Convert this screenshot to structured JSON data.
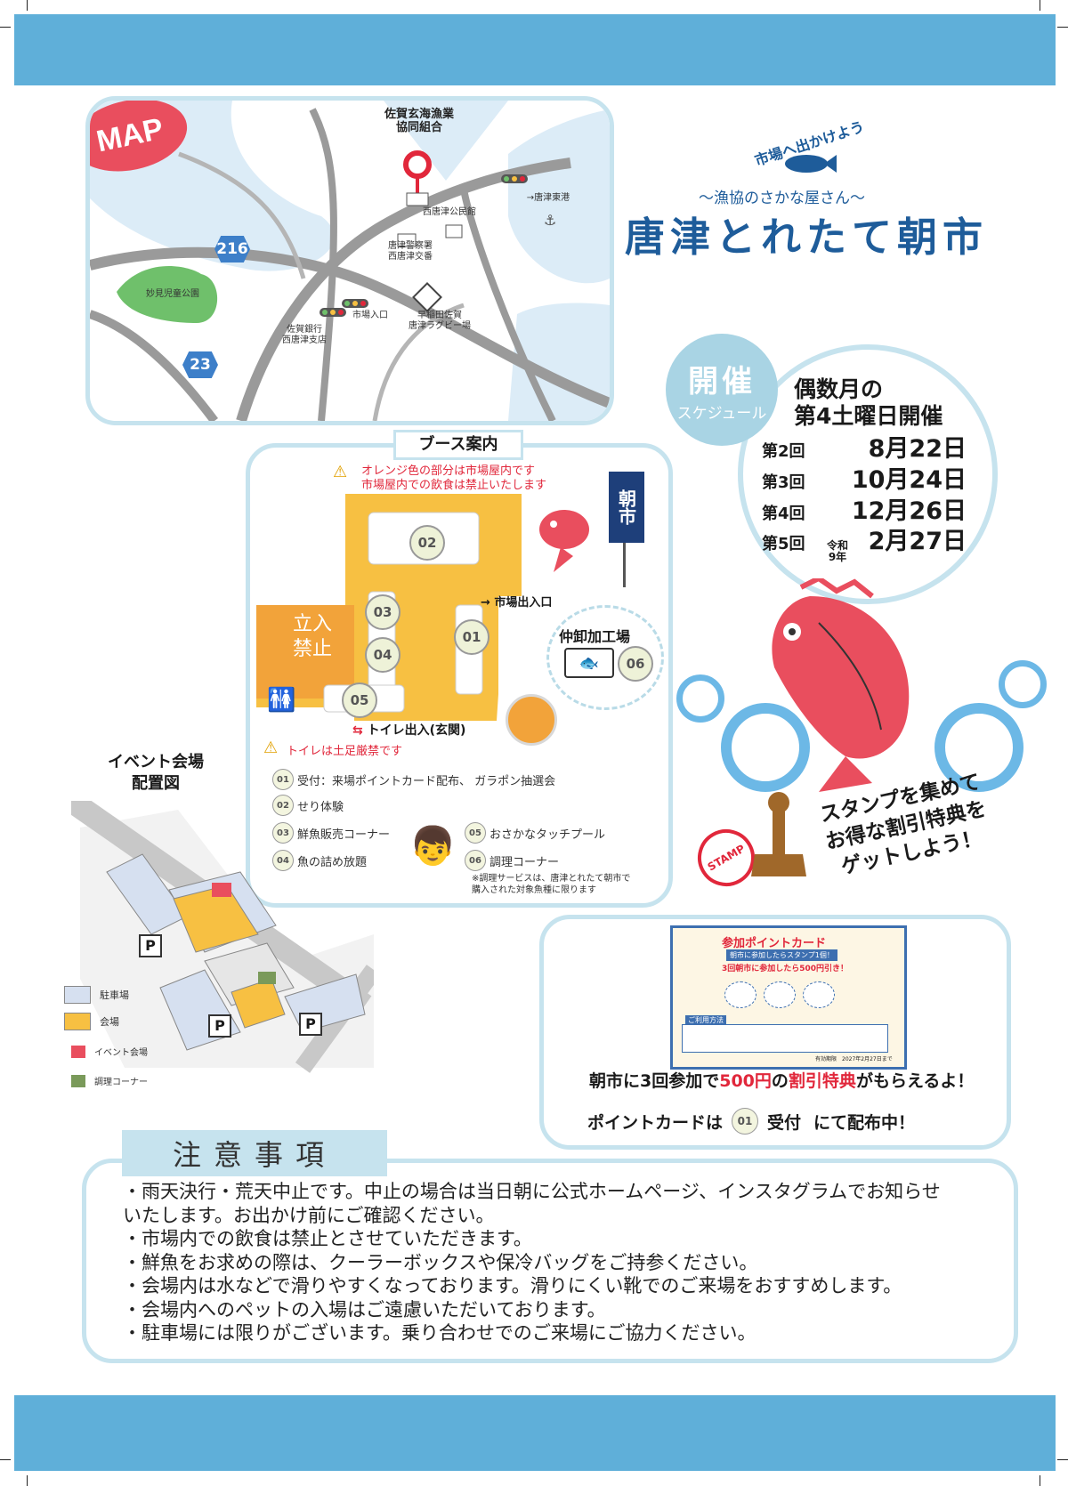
{
  "map": {
    "badge": "MAP",
    "labels": {
      "fisheries_coop": "佐賀玄海漁業\n協同組合",
      "karatsu_east_port": "→唐津東港",
      "nishikaratsu_hall": "西唐津公民館",
      "police_box": "唐津警察署\n西唐津交番",
      "park": "妙見児童公園",
      "market_entrance": "市場入口",
      "saga_bank": "佐賀銀行\n西唐津支店",
      "rugby": "早稲田佐賀\n唐津ラグビー場"
    },
    "routes": [
      "216",
      "23"
    ]
  },
  "title": {
    "tagline": "市場へ出かけよう",
    "subtitle": "〜漁協のさかな屋さん〜",
    "main": "唐津とれたて朝市"
  },
  "schedule": {
    "badge_big": "開催",
    "badge_small": "スケジュール",
    "headline_1": "偶数月の",
    "headline_2": "第4土曜日開催",
    "rows": [
      {
        "round": "第2回",
        "era": "",
        "date": "8月22日"
      },
      {
        "round": "第3回",
        "era": "",
        "date": "10月24日"
      },
      {
        "round": "第4回",
        "era": "",
        "date": "12月26日"
      },
      {
        "round": "第5回",
        "era": "令和\n9年",
        "date": "2月27日"
      }
    ]
  },
  "booth": {
    "title": "ブース案内",
    "warning_1": "オレンジ色の部分は市場屋内です",
    "warning_2": "市場屋内での飲食は禁止いたします",
    "no_entry": "立入\n禁止",
    "market_exit": "市場出入口",
    "toilet_exit": "トイレ出入(玄関)",
    "processing": "仲卸加工場",
    "toilet_note": "トイレは土足厳禁です",
    "banner": "朝市",
    "items": [
      {
        "no": "01",
        "text": "受付：来場ポイントカード配布、 ガラポン抽選会"
      },
      {
        "no": "02",
        "text": "せり体験"
      },
      {
        "no": "03",
        "text": "鮮魚販売コーナー"
      },
      {
        "no": "04",
        "text": "魚の詰め放題"
      },
      {
        "no": "05",
        "text": "おさかなタッチプール"
      },
      {
        "no": "06",
        "text": "調理コーナー"
      }
    ],
    "footnote": "※調理サービスは、唐津とれたて朝市で\n購入された対象魚種に限ります"
  },
  "event_venue": {
    "title": "イベント会場\n配置図",
    "legend": [
      "駐車場",
      "会場",
      "イベント会場",
      "調理コーナー"
    ]
  },
  "stamp": {
    "text_1": "スタンプを集めて",
    "text_2": "お得な割引特典を",
    "text_3": "ゲットしよう！",
    "stamp_word": "STAMP"
  },
  "point_card": {
    "card_title": "参加ポイントカード",
    "card_sub": "朝市に参加したらスタンプ1個！",
    "card_offer": "3回朝市に参加したら500円引き！",
    "card_usage": "ご利用方法",
    "card_expiry": "有効期限　2027年2月27日まで",
    "line_1_a": "朝市に3回参加で",
    "line_1_b": "500円",
    "line_1_c": "の",
    "line_1_d": "割引特典",
    "line_1_e": "がもらえるよ！",
    "line_2_a": "ポイントカードは",
    "line_2_no": "01",
    "line_2_b": "受付",
    "line_2_c": "にて配布中！"
  },
  "notice": {
    "title": "注意事項",
    "lines": [
      "・雨天決行・荒天中止です。中止の場合は当日朝に公式ホームページ、インスタグラムでお知らせ",
      "いたします。お出かけ前にご確認ください。",
      "・市場内での飲食は禁止とさせていただきます。",
      "・鮮魚をお求めの際は、クーラーボックスや保冷バッグをご持参ください。",
      "・会場内は水などで滑りやすくなっております。滑りにくい靴でのご来場をおすすめします。",
      "・会場内へのペットの入場はご遠慮いただいております。",
      "・駐車場には限りがございます。乗り合わせでのご来場にご協力ください。"
    ]
  },
  "colors": {
    "band": "#5fafd9",
    "pane_border": "#c6e3ee",
    "orange": "#f7c042",
    "title_blue": "#1e5c9a",
    "red": "#e1273b"
  }
}
